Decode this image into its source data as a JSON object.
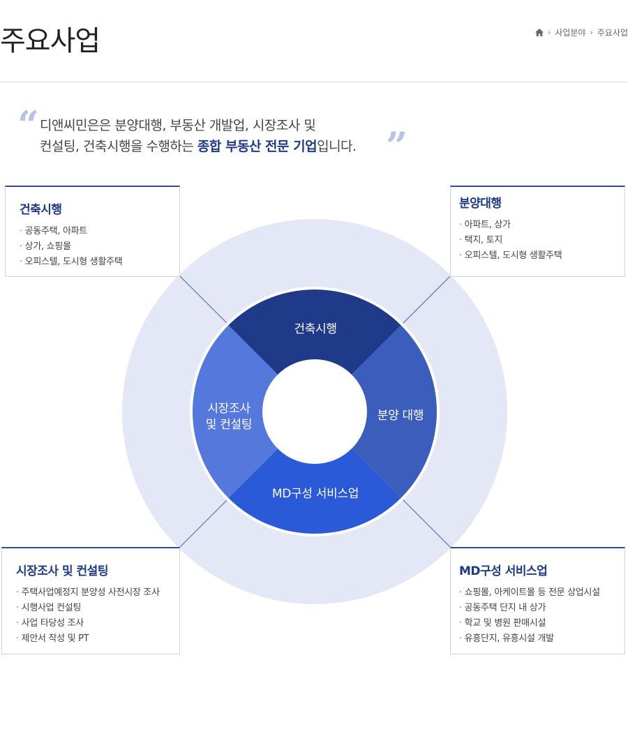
{
  "page": {
    "title": "주요사업"
  },
  "breadcrumb": {
    "home_icon": "home-icon",
    "items": [
      "사업분야",
      "주요사업"
    ]
  },
  "intro": {
    "line1": "디앤씨민은은 분양대행, 부동산 개발업, 시장조사 및",
    "line2_before": "컨설팅, 건축시행을 수행하는 ",
    "line2_highlight": "종합 부동산 전문 기업",
    "line2_after": "입니다."
  },
  "colors": {
    "title_blue": "#1e3a86",
    "seg_top": "#1f3a88",
    "seg_right": "#3b5ebd",
    "seg_bottom": "#2b5ad8",
    "seg_left": "#5478dc",
    "outer_ring": "#e4e8f6"
  },
  "segments": {
    "top": {
      "label": "건축시행"
    },
    "right": {
      "label": "분양 대행"
    },
    "bottom": {
      "label": "MD구성 서비스업"
    },
    "left": {
      "line1": "시장조사",
      "line2": "및 컨설팅"
    }
  },
  "boxes": {
    "construction": {
      "title": "건축시행",
      "items": [
        "공동주택, 아파트",
        "상가, 쇼핑몰",
        "오피스텔, 도시형 생활주택"
      ]
    },
    "sales": {
      "title": "분양대행",
      "items": [
        "아파트, 상가",
        "택지, 토지",
        "오피스텔, 도시형 생활주택"
      ]
    },
    "research": {
      "title": "시장조사 및 컨설팅",
      "items": [
        "주택사업예정지 분양성 사전시장 조사",
        "시행사업 컨설팅",
        "사업 타당성 조사",
        "제안서 작성 및 PT"
      ]
    },
    "md": {
      "title": "MD구성 서비스업",
      "items": [
        "쇼핑몰, 아케이트몰 등 전문 상업시설",
        "공동주택 단지 내 상가",
        "학교 및 병원 판매시설",
        "유흥단지, 유흥시설 개발"
      ]
    }
  }
}
